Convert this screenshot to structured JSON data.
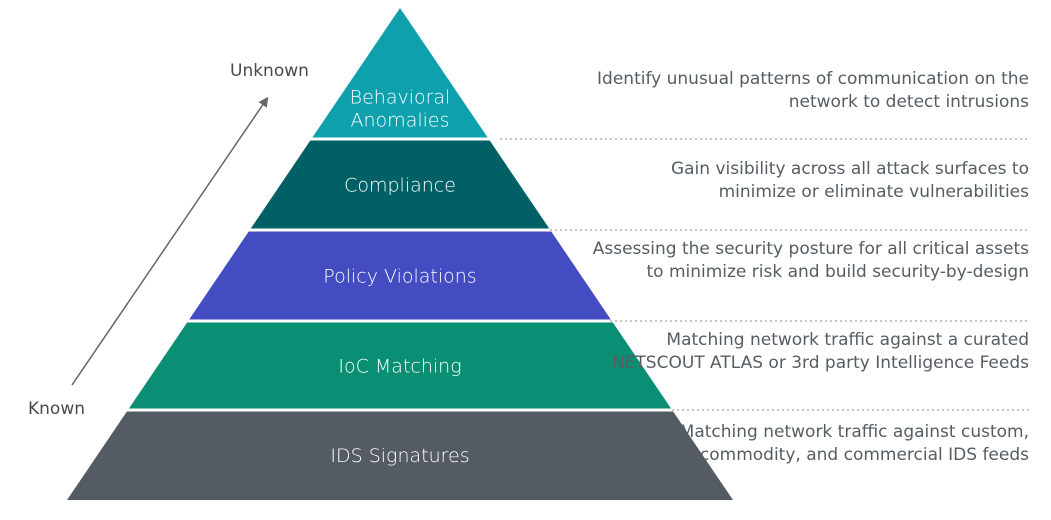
{
  "axis": {
    "top_label": "Unknown",
    "bottom_label": "Known"
  },
  "tiers": [
    {
      "label_lines": [
        "Behavioral",
        "Anomalies"
      ],
      "color": "#0ea0ad",
      "description": "Identify unusual patterns of communication on the network to detect intrusions"
    },
    {
      "label_lines": [
        "Compliance"
      ],
      "color": "#006066",
      "description": "Gain visibility across all attack surfaces to minimize or eliminate vulnerabilities"
    },
    {
      "label_lines": [
        "Policy Violations"
      ],
      "color": "#434cc0",
      "description": "Assessing the security posture for all critical assets to minimize risk and build security-by-design"
    },
    {
      "label_lines": [
        "IoC Matching"
      ],
      "color": "#0a8f74",
      "description": "Matching network traffic against a curated NETSCOUT ATLAS  or 3rd party Intelligence Feeds"
    },
    {
      "label_lines": [
        "IDS Signatures"
      ],
      "color": "#545b62",
      "description": "Matching network traffic against custom, commodity, and commercial IDS feeds"
    }
  ]
}
